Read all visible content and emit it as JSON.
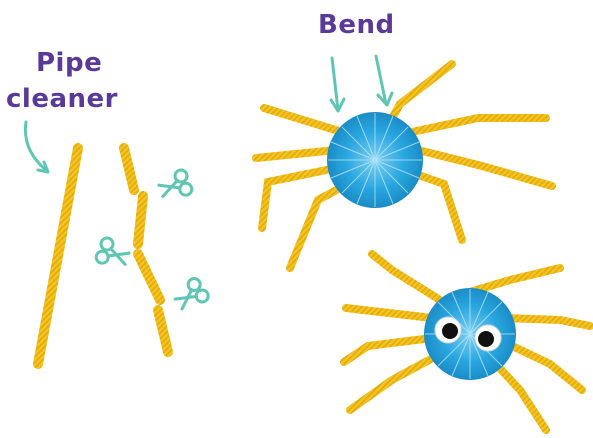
{
  "labels": {
    "pipe_line1": "Pipe",
    "pipe_line2": "cleaner",
    "bend": "Bend"
  },
  "colors": {
    "pipe": "#f4c51e",
    "pipe_dark": "#e3a910",
    "pompom": "#2aa7e0",
    "pompom_light": "#7fd0f2",
    "arrow": "#5ec6b3",
    "scissors": "#5ec6b3",
    "label": "#5a3a96"
  },
  "icons": {
    "scissors": "scissors-icon",
    "arrow": "curved-arrow-icon",
    "googly_eye": "googly-eye-icon"
  }
}
